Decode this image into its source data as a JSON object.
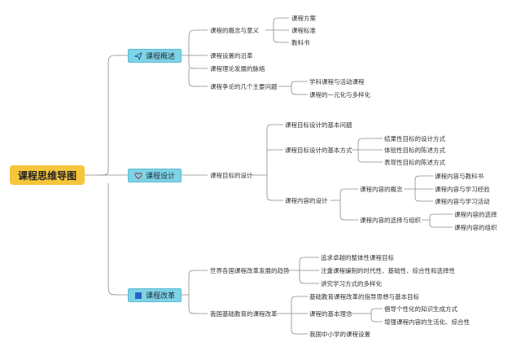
{
  "root": "课程思维导图",
  "branches": [
    {
      "label": "课程概述",
      "icon": "paper-plane-icon",
      "children": [
        {
          "label": "课程的概念与意义",
          "children": [
            "课程方案",
            "课程标准",
            "教科书"
          ]
        },
        {
          "label": "课程设置的沿革"
        },
        {
          "label": "课程理论发展的脉络"
        },
        {
          "label": "课程争论的几个主要问题",
          "children": [
            "学科课程与活动课程",
            "课程的一元化与多样化"
          ]
        }
      ]
    },
    {
      "label": "课程设计",
      "icon": "heart-icon",
      "children": [
        {
          "label": "课程目标的设计",
          "children": [
            {
              "label": "课程目标设计的基本问题"
            },
            {
              "label": "课程目标设计的基本方式",
              "children": [
                "结果性目标的设计方式",
                "体验性目标的陈述方式",
                "表现性目标的陈述方式"
              ]
            },
            {
              "label": "课程内容的设计",
              "children": [
                {
                  "label": "课程内容的概念",
                  "children": [
                    "课程内容与教科书",
                    "课程内容与学习经验",
                    "课程内容与学习活动"
                  ]
                },
                {
                  "label": "课程内容的选择与组织",
                  "children": [
                    "课程内容的选择",
                    "课程内容的组织"
                  ]
                }
              ]
            }
          ]
        }
      ]
    },
    {
      "label": "课程改革",
      "icon": "flag-icon",
      "children": [
        {
          "label": "世界各国课程改革发展的趋势",
          "children": [
            "追求卓越的整体性课程目标",
            "注重课程编制的时代性、基础性、综合性和选择性",
            "讲究学习方式的多样化"
          ]
        },
        {
          "label": "我国基础教育的课程改革",
          "children": [
            {
              "label": "基础教育课程改革的指导思想与基本目标"
            },
            {
              "label": "课程的基本理念",
              "children": [
                "倡导个性化的知识生成方式",
                "增强课程内容的生活化、综合性"
              ]
            },
            {
              "label": "我国中小学的课程设置"
            }
          ]
        }
      ]
    }
  ]
}
